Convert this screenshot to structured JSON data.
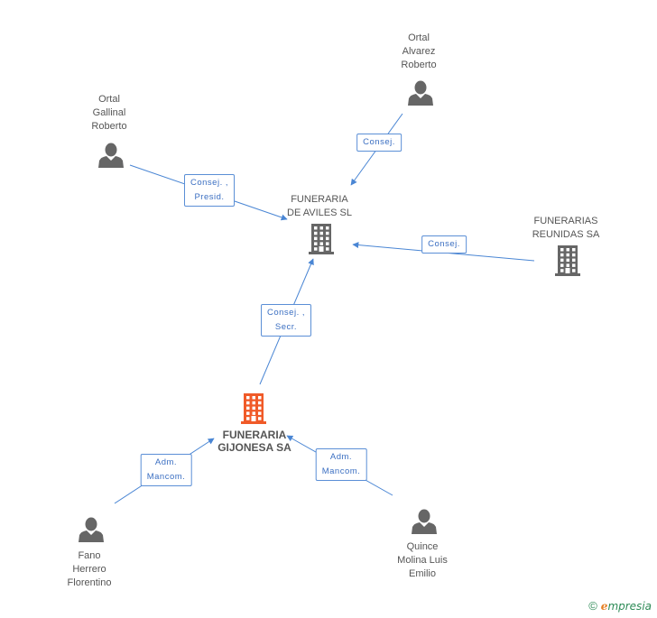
{
  "colors": {
    "edge": "#4a86d4",
    "company": "#666666",
    "focus_company": "#f05a28",
    "person": "#666666",
    "label_text": "#555555"
  },
  "nodes": {
    "funeraria_aviles": {
      "lines": [
        "FUNERARIA",
        "DE AVILES SL"
      ],
      "icon": "building-icon"
    },
    "funerarias_reunidas": {
      "lines": [
        "FUNERARIAS",
        "REUNIDAS SA"
      ],
      "icon": "building-icon"
    },
    "funeraria_gijonesa": {
      "lines": [
        "FUNERARIA",
        "GIJONESA SA"
      ],
      "icon": "building-icon"
    },
    "ortal_alvarez": {
      "lines": [
        "Ortal",
        "Alvarez",
        "Roberto"
      ],
      "icon": "person-icon"
    },
    "ortal_gallinal": {
      "lines": [
        "Ortal",
        "Gallinal",
        "Roberto"
      ],
      "icon": "person-icon"
    },
    "fano_herrero": {
      "lines": [
        "Fano",
        "Herrero",
        "Florentino"
      ],
      "icon": "person-icon"
    },
    "quince_molina": {
      "lines": [
        "Quince",
        "Molina Luis",
        "Emilio"
      ],
      "icon": "person-icon"
    }
  },
  "edges": [
    {
      "from": "ortal_alvarez",
      "to": "funeraria_aviles",
      "lines": [
        "Consej."
      ]
    },
    {
      "from": "ortal_gallinal",
      "to": "funeraria_aviles",
      "lines": [
        "Consej. ,",
        "Presid."
      ]
    },
    {
      "from": "funerarias_reunidas",
      "to": "funeraria_aviles",
      "lines": [
        "Consej."
      ]
    },
    {
      "from": "funeraria_gijonesa",
      "to": "funeraria_aviles",
      "lines": [
        "Consej. ,",
        "Secr."
      ]
    },
    {
      "from": "fano_herrero",
      "to": "funeraria_gijonesa",
      "lines": [
        "Adm.",
        "Mancom."
      ]
    },
    {
      "from": "quince_molina",
      "to": "funeraria_gijonesa",
      "lines": [
        "Adm.",
        "Mancom."
      ]
    }
  ],
  "footer": {
    "copyright": "©",
    "brand_first": "e",
    "brand_rest": "mpresia"
  }
}
